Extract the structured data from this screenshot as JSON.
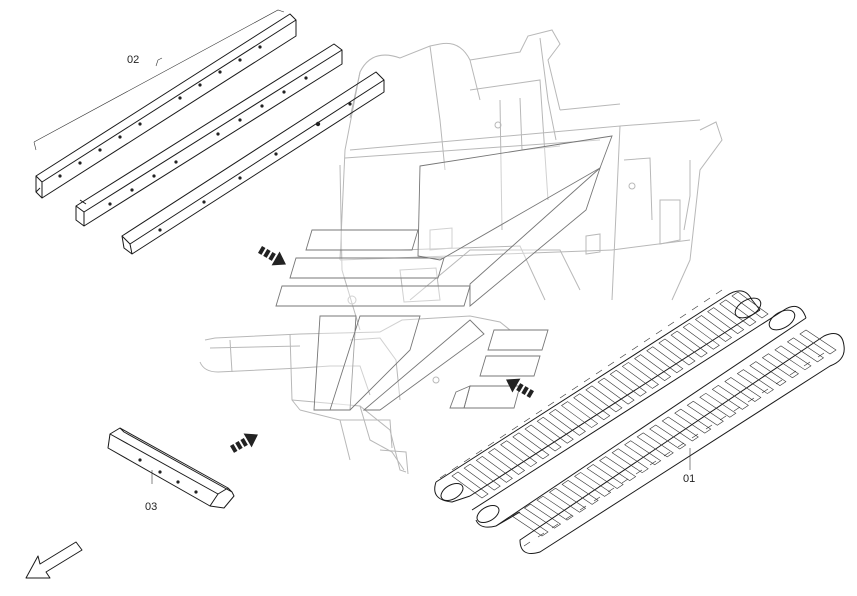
{
  "labels": {
    "part_01": "01",
    "part_02": "02",
    "part_03": "03"
  },
  "icons": {
    "direction_arrow": "hollow-arrow-icon",
    "hatched_arrow": "dashed-arrow-icon"
  },
  "colors": {
    "line": "#1a1a1a",
    "frame": "#b8b8b8",
    "background": "#ffffff"
  }
}
